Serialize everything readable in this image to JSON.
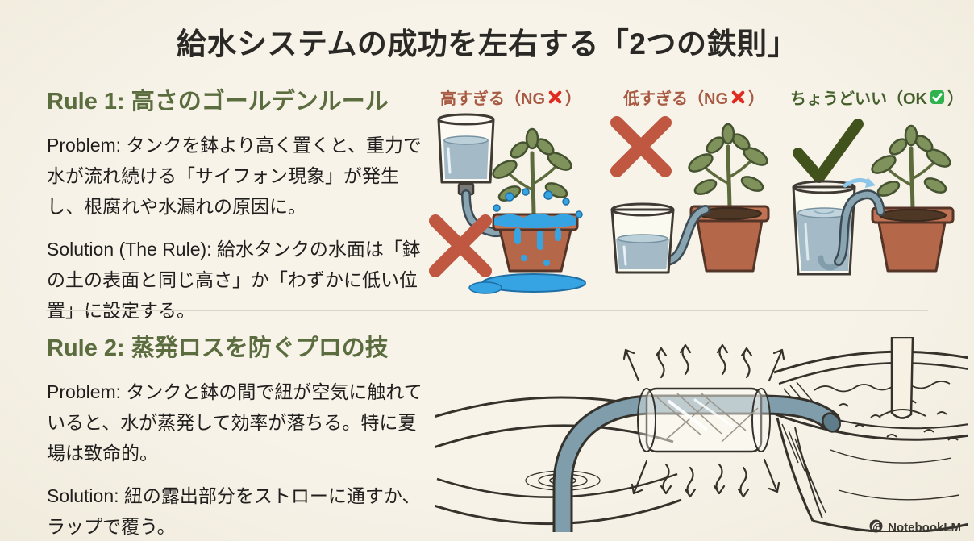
{
  "page": {
    "title": "給水システムの成功を左右する「2つの鉄則」"
  },
  "rule1": {
    "heading": "Rule 1: 高さのゴールデンルール",
    "problem": "Problem: タンクを鉢より高く置くと、重力で水が流れ続ける「サイフォン現象」が発生し、根腐れや水漏れの原因に。",
    "solution": "Solution (The Rule): 給水タンクの水面は「鉢の土の表面と同じ高さ」か「わずかに低い位置」に設定する。",
    "panels": [
      {
        "label_before": "高すぎる（NG ",
        "label_after": "）",
        "status": "ng",
        "icon": "x-mark-icon"
      },
      {
        "label_before": "低すぎる（NG ",
        "label_after": "）",
        "status": "ng",
        "icon": "x-mark-icon"
      },
      {
        "label_before": "ちょうどいい（OK ",
        "label_after": "）",
        "status": "ok",
        "icon": "check-mark-icon"
      }
    ]
  },
  "rule2": {
    "heading": "Rule 2: 蒸発ロスを防ぐプロの技",
    "problem": "Problem: タンクと鉢の間で紐が空気に触れていると、水が蒸発して効率が落ちる。特に夏場は致命的。",
    "solution": "Solution: 紐の露出部分をストローに通すか、ラップで覆う。"
  },
  "footer": {
    "brand": "NotebookLM"
  },
  "colors": {
    "background": "#f6f2e8",
    "title_text": "#2b2926",
    "body_text": "#201f1d",
    "rule_heading_green": "#5b6d3e",
    "ng_label": "#a85a43",
    "ok_label": "#45602b",
    "x_emoji_red": "#e02b20",
    "check_emoji_green": "#30b34f",
    "x_mark_illustration": "#c05740",
    "check_mark_illustration": "#42521c",
    "bright_water_blue": "#36a3e3",
    "tank_water_gray_blue": "#a4bac7",
    "wick_blue": "#7f9dab",
    "pot_terracotta": "#b5674a",
    "leaf_green": "#7f925c",
    "line_art": "#35322c"
  }
}
